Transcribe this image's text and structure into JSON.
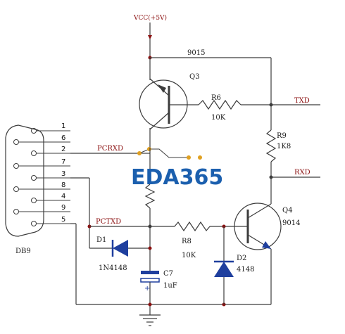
{
  "power": {
    "vcc": "VCC(+5V)"
  },
  "connector": {
    "name": "DB9",
    "pins": [
      "1",
      "6",
      "2",
      "7",
      "3",
      "8",
      "4",
      "9",
      "5"
    ]
  },
  "nets": {
    "pcrxd": "PCRXD",
    "pctxd": "PCTXD",
    "txd": "TXD",
    "rxd": "RXD",
    "top_wire": "9015"
  },
  "transistors": {
    "q3": "Q3",
    "q4": "Q4",
    "q4_type": "9014"
  },
  "resistors": {
    "r6": {
      "name": "R6",
      "value": "10K"
    },
    "r9": {
      "name": "R9",
      "value": "1K8"
    },
    "r8": {
      "name": "R8",
      "value": "10K"
    }
  },
  "diodes": {
    "d1": {
      "name": "D1",
      "value": "1N4148"
    },
    "d2": {
      "name": "D2",
      "value": "4148"
    }
  },
  "capacitor": {
    "name": "C7",
    "value": "1uF"
  },
  "watermark": "EDA365",
  "colors": {
    "net_label": "#8b1010",
    "diode_fill": "#1f3f9e",
    "pin_dot": "#e0a020",
    "logo": "#1b5fae"
  }
}
